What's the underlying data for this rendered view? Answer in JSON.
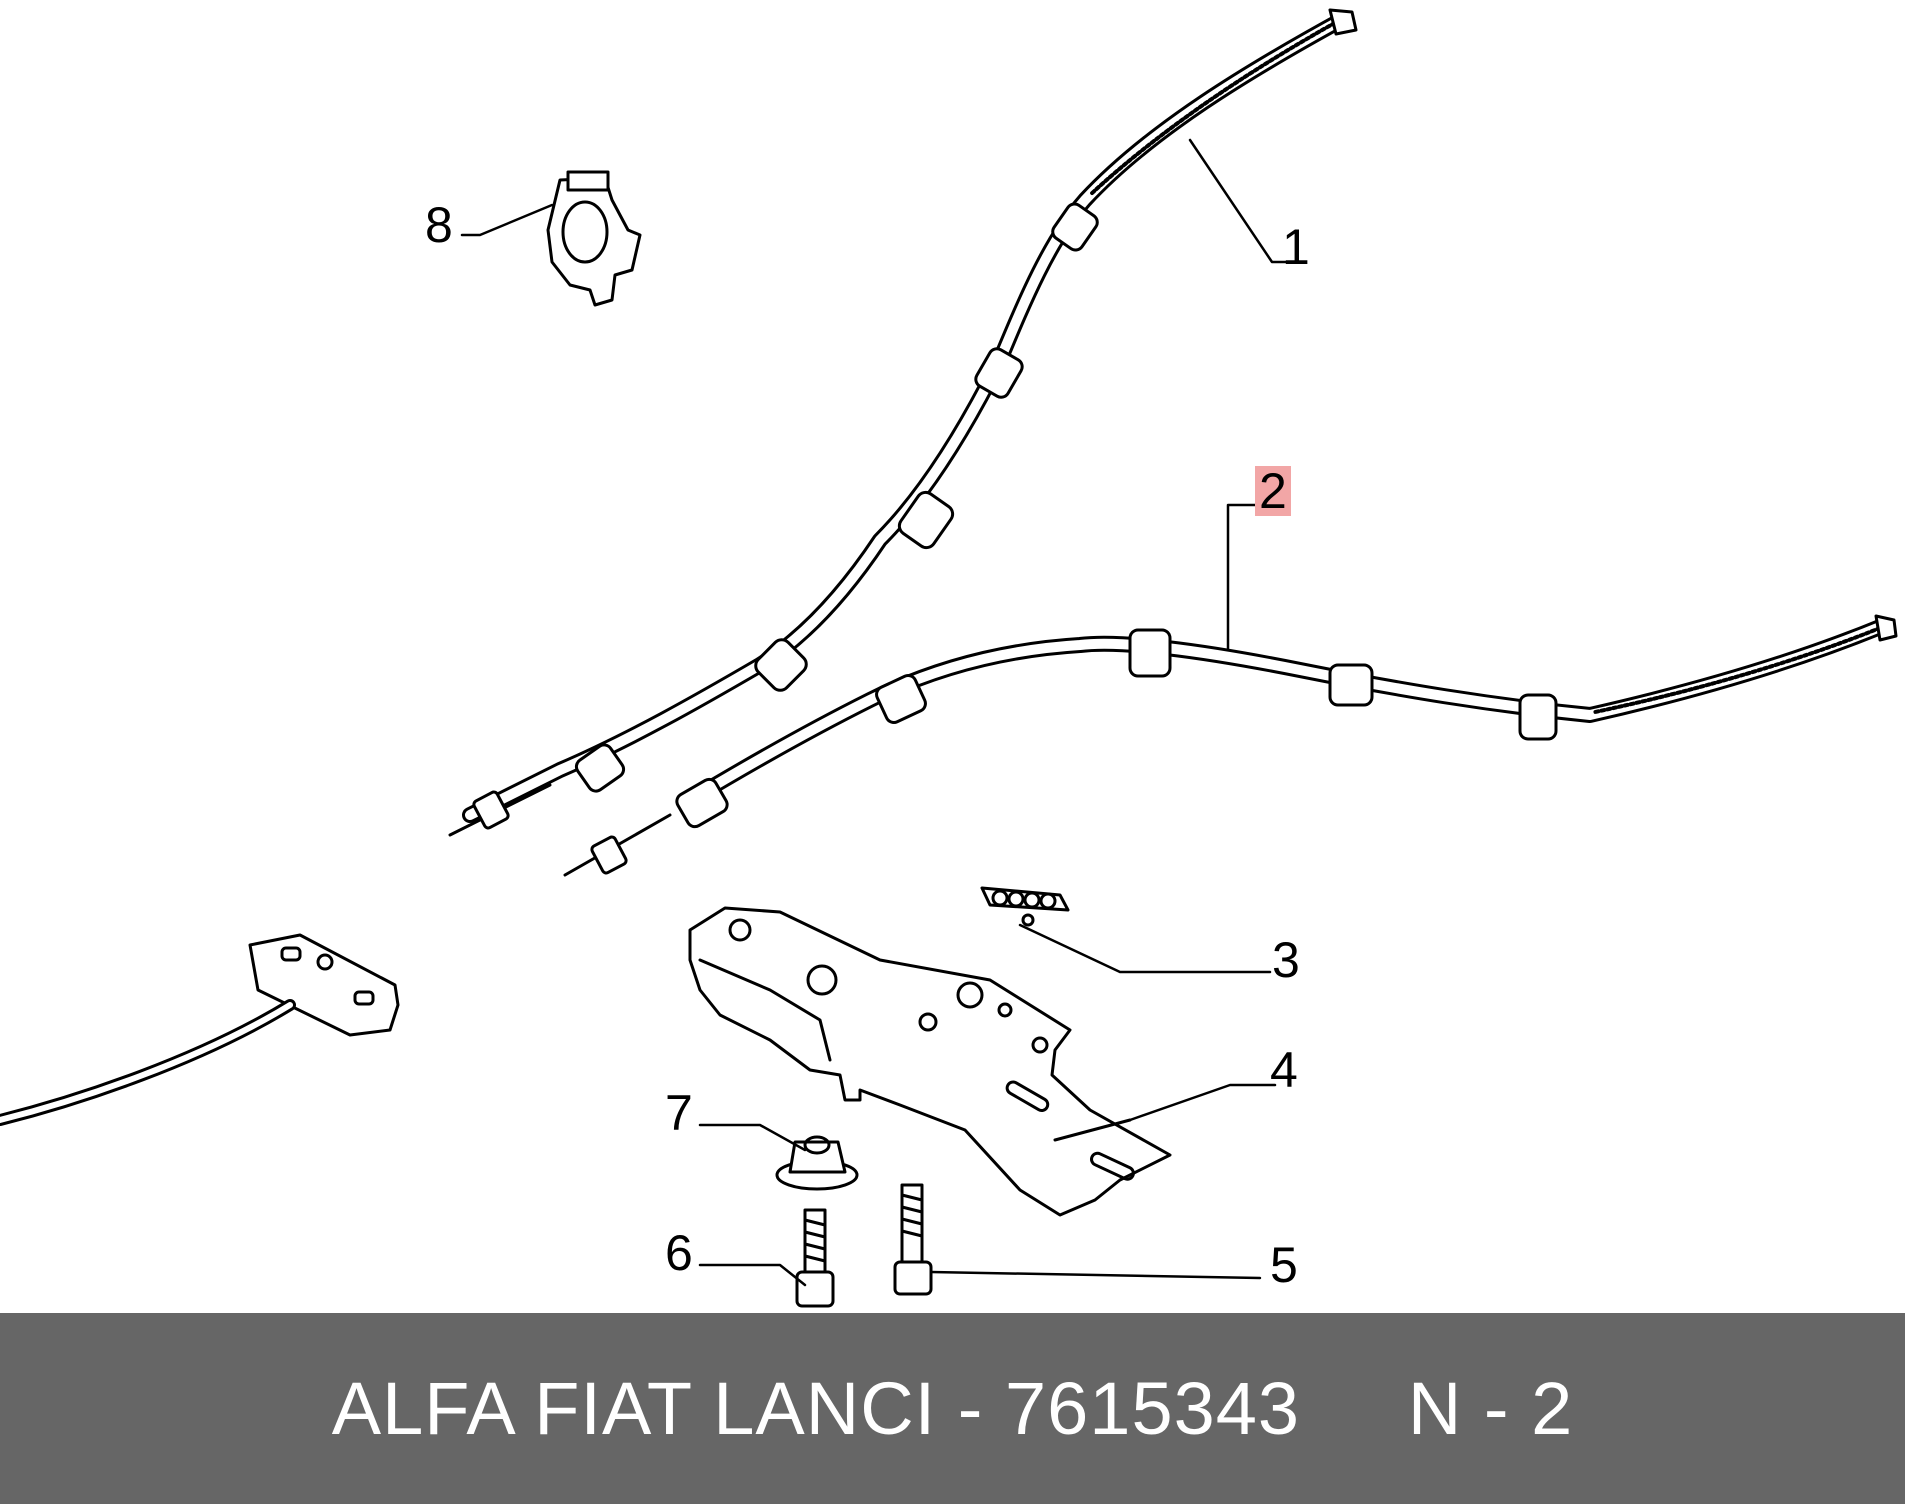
{
  "callouts": {
    "c1": "1",
    "c2": "2",
    "c3": "3",
    "c4": "4",
    "c5": "5",
    "c6": "6",
    "c7": "7",
    "c8": "8"
  },
  "highlight_color": "#f2a6a6",
  "footer": {
    "text": "ALFA FIAT LANCI - 7615343     N - 2",
    "background": "#666666",
    "color": "#ffffff"
  }
}
